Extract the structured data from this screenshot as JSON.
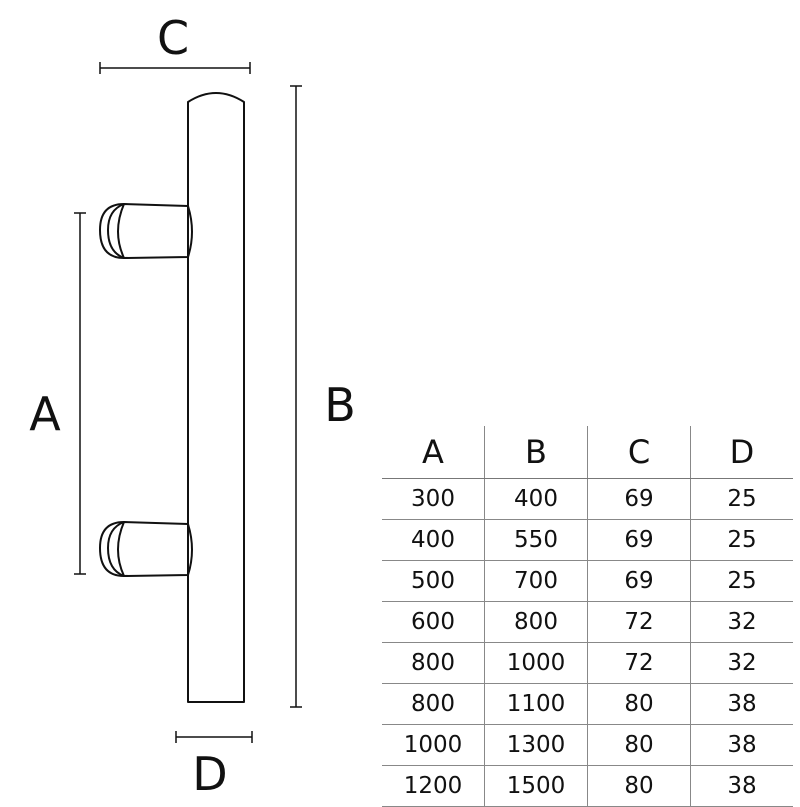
{
  "labels": {
    "a": "A",
    "b": "B",
    "c": "C",
    "d": "D"
  },
  "table": {
    "headers": [
      "A",
      "B",
      "C",
      "D"
    ],
    "rows": [
      [
        "300",
        "400",
        "69",
        "25"
      ],
      [
        "400",
        "550",
        "69",
        "25"
      ],
      [
        "500",
        "700",
        "69",
        "25"
      ],
      [
        "600",
        "800",
        "72",
        "32"
      ],
      [
        "800",
        "1000",
        "72",
        "32"
      ],
      [
        "800",
        "1100",
        "80",
        "38"
      ],
      [
        "1000",
        "1300",
        "80",
        "38"
      ],
      [
        "1200",
        "1500",
        "80",
        "38"
      ]
    ]
  }
}
